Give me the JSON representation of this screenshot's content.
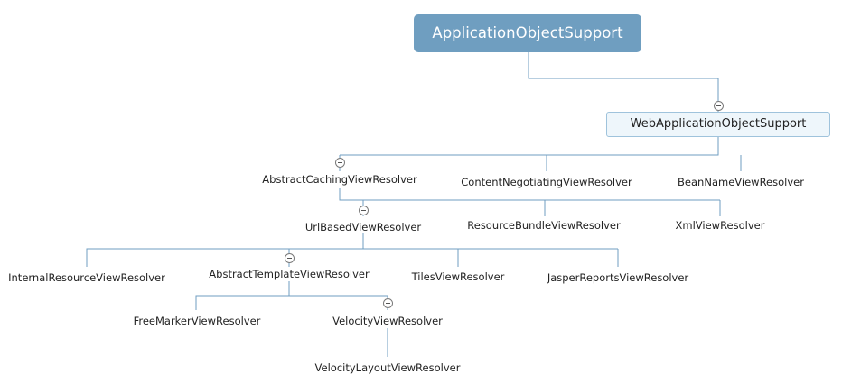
{
  "diagram": {
    "root": {
      "label": "ApplicationObjectSupport"
    },
    "nodes": {
      "web_application_object_support": "WebApplicationObjectSupport",
      "abstract_caching_view_resolver": "AbstractCachingViewResolver",
      "content_negotiating_view_resolver": "ContentNegotiatingViewResolver",
      "bean_name_view_resolver": "BeanNameViewResolver",
      "url_based_view_resolver": "UrlBasedViewResolver",
      "resource_bundle_view_resolver": "ResourceBundleViewResolver",
      "xml_view_resolver": "XmlViewResolver",
      "internal_resource_view_resolver": "InternalResourceViewResolver",
      "abstract_template_view_resolver": "AbstractTemplateViewResolver",
      "tiles_view_resolver": "TilesViewResolver",
      "jasper_reports_view_resolver": "JasperReportsViewResolver",
      "freemarker_view_resolver": "FreeMarkerViewResolver",
      "velocity_view_resolver": "VelocityViewResolver",
      "velocity_layout_view_resolver": "VelocityLayoutViewResolver"
    },
    "colors": {
      "root_fill": "#6f9ec0",
      "root_text": "#ffffff",
      "box_fill": "#eef6fb",
      "box_border": "#9fc3dc",
      "connector": "#6f9ec0",
      "text": "#222222"
    }
  }
}
